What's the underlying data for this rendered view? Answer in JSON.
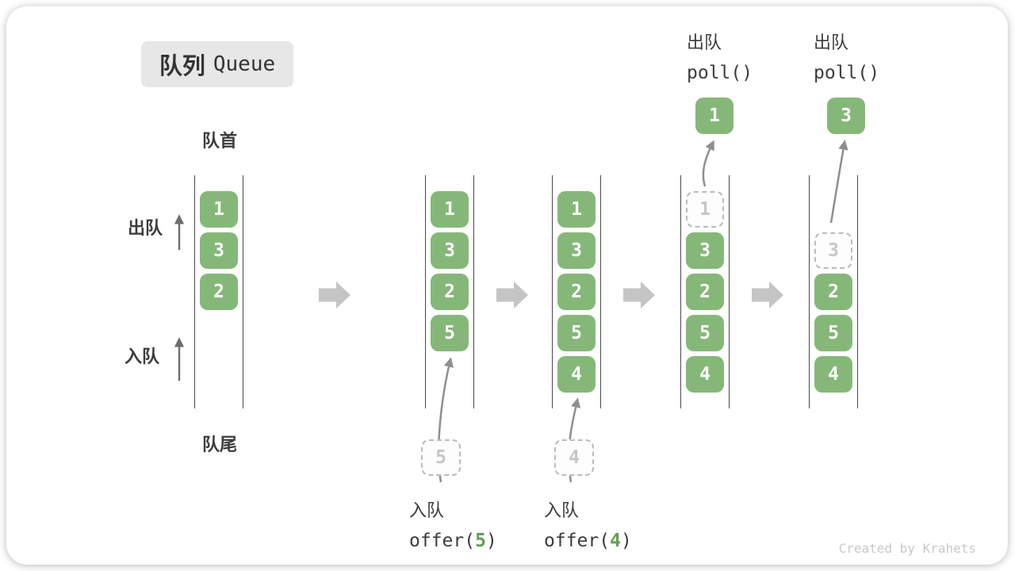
{
  "title": {
    "zh": "队列",
    "en": "Queue"
  },
  "labels": {
    "front": "队首",
    "rear": "队尾",
    "dequeue_side": "出队",
    "enqueue_side": "入队"
  },
  "queues": [
    {
      "name": "initial-state",
      "items": [
        {
          "row": 0,
          "value": "1",
          "type": "solid"
        },
        {
          "row": 1,
          "value": "3",
          "type": "solid"
        },
        {
          "row": 2,
          "value": "2",
          "type": "solid"
        }
      ]
    },
    {
      "name": "after-offer-5",
      "items": [
        {
          "row": 0,
          "value": "1",
          "type": "solid"
        },
        {
          "row": 1,
          "value": "3",
          "type": "solid"
        },
        {
          "row": 2,
          "value": "2",
          "type": "solid"
        },
        {
          "row": 3,
          "value": "5",
          "type": "solid"
        }
      ]
    },
    {
      "name": "after-offer-4",
      "items": [
        {
          "row": 0,
          "value": "1",
          "type": "solid"
        },
        {
          "row": 1,
          "value": "3",
          "type": "solid"
        },
        {
          "row": 2,
          "value": "2",
          "type": "solid"
        },
        {
          "row": 3,
          "value": "5",
          "type": "solid"
        },
        {
          "row": 4,
          "value": "4",
          "type": "solid"
        }
      ]
    },
    {
      "name": "after-poll-1",
      "items": [
        {
          "row": 0,
          "value": "1",
          "type": "dashed"
        },
        {
          "row": 1,
          "value": "3",
          "type": "solid"
        },
        {
          "row": 2,
          "value": "2",
          "type": "solid"
        },
        {
          "row": 3,
          "value": "5",
          "type": "solid"
        },
        {
          "row": 4,
          "value": "4",
          "type": "solid"
        }
      ]
    },
    {
      "name": "after-poll-3",
      "items": [
        {
          "row": 1,
          "value": "3",
          "type": "dashed"
        },
        {
          "row": 2,
          "value": "2",
          "type": "solid"
        },
        {
          "row": 3,
          "value": "5",
          "type": "solid"
        },
        {
          "row": 4,
          "value": "4",
          "type": "solid"
        }
      ]
    }
  ],
  "enqueue_ops": [
    {
      "label": "入队",
      "code_prefix": "offer(",
      "code_arg": "5",
      "code_suffix": ")",
      "pending_value": "5"
    },
    {
      "label": "入队",
      "code_prefix": "offer(",
      "code_arg": "4",
      "code_suffix": ")",
      "pending_value": "4"
    }
  ],
  "dequeue_ops": [
    {
      "label": "出队",
      "code": "poll()",
      "result_value": "1"
    },
    {
      "label": "出队",
      "code": "poll()",
      "result_value": "3"
    }
  ],
  "footer": {
    "credit": "Created by Krahets"
  },
  "colors": {
    "box_green": "#85B878",
    "code_green": "#5FA052",
    "dashed_border": "#BBBBBB",
    "dashed_text": "#C6C6C6",
    "arrow_gray": "#C5C5C5",
    "curve_gray": "#8F8F8F",
    "up_arrow_gray": "#6D6D6D",
    "line_dark": "#4A4A4A",
    "text_dark": "#3C3C3C"
  }
}
